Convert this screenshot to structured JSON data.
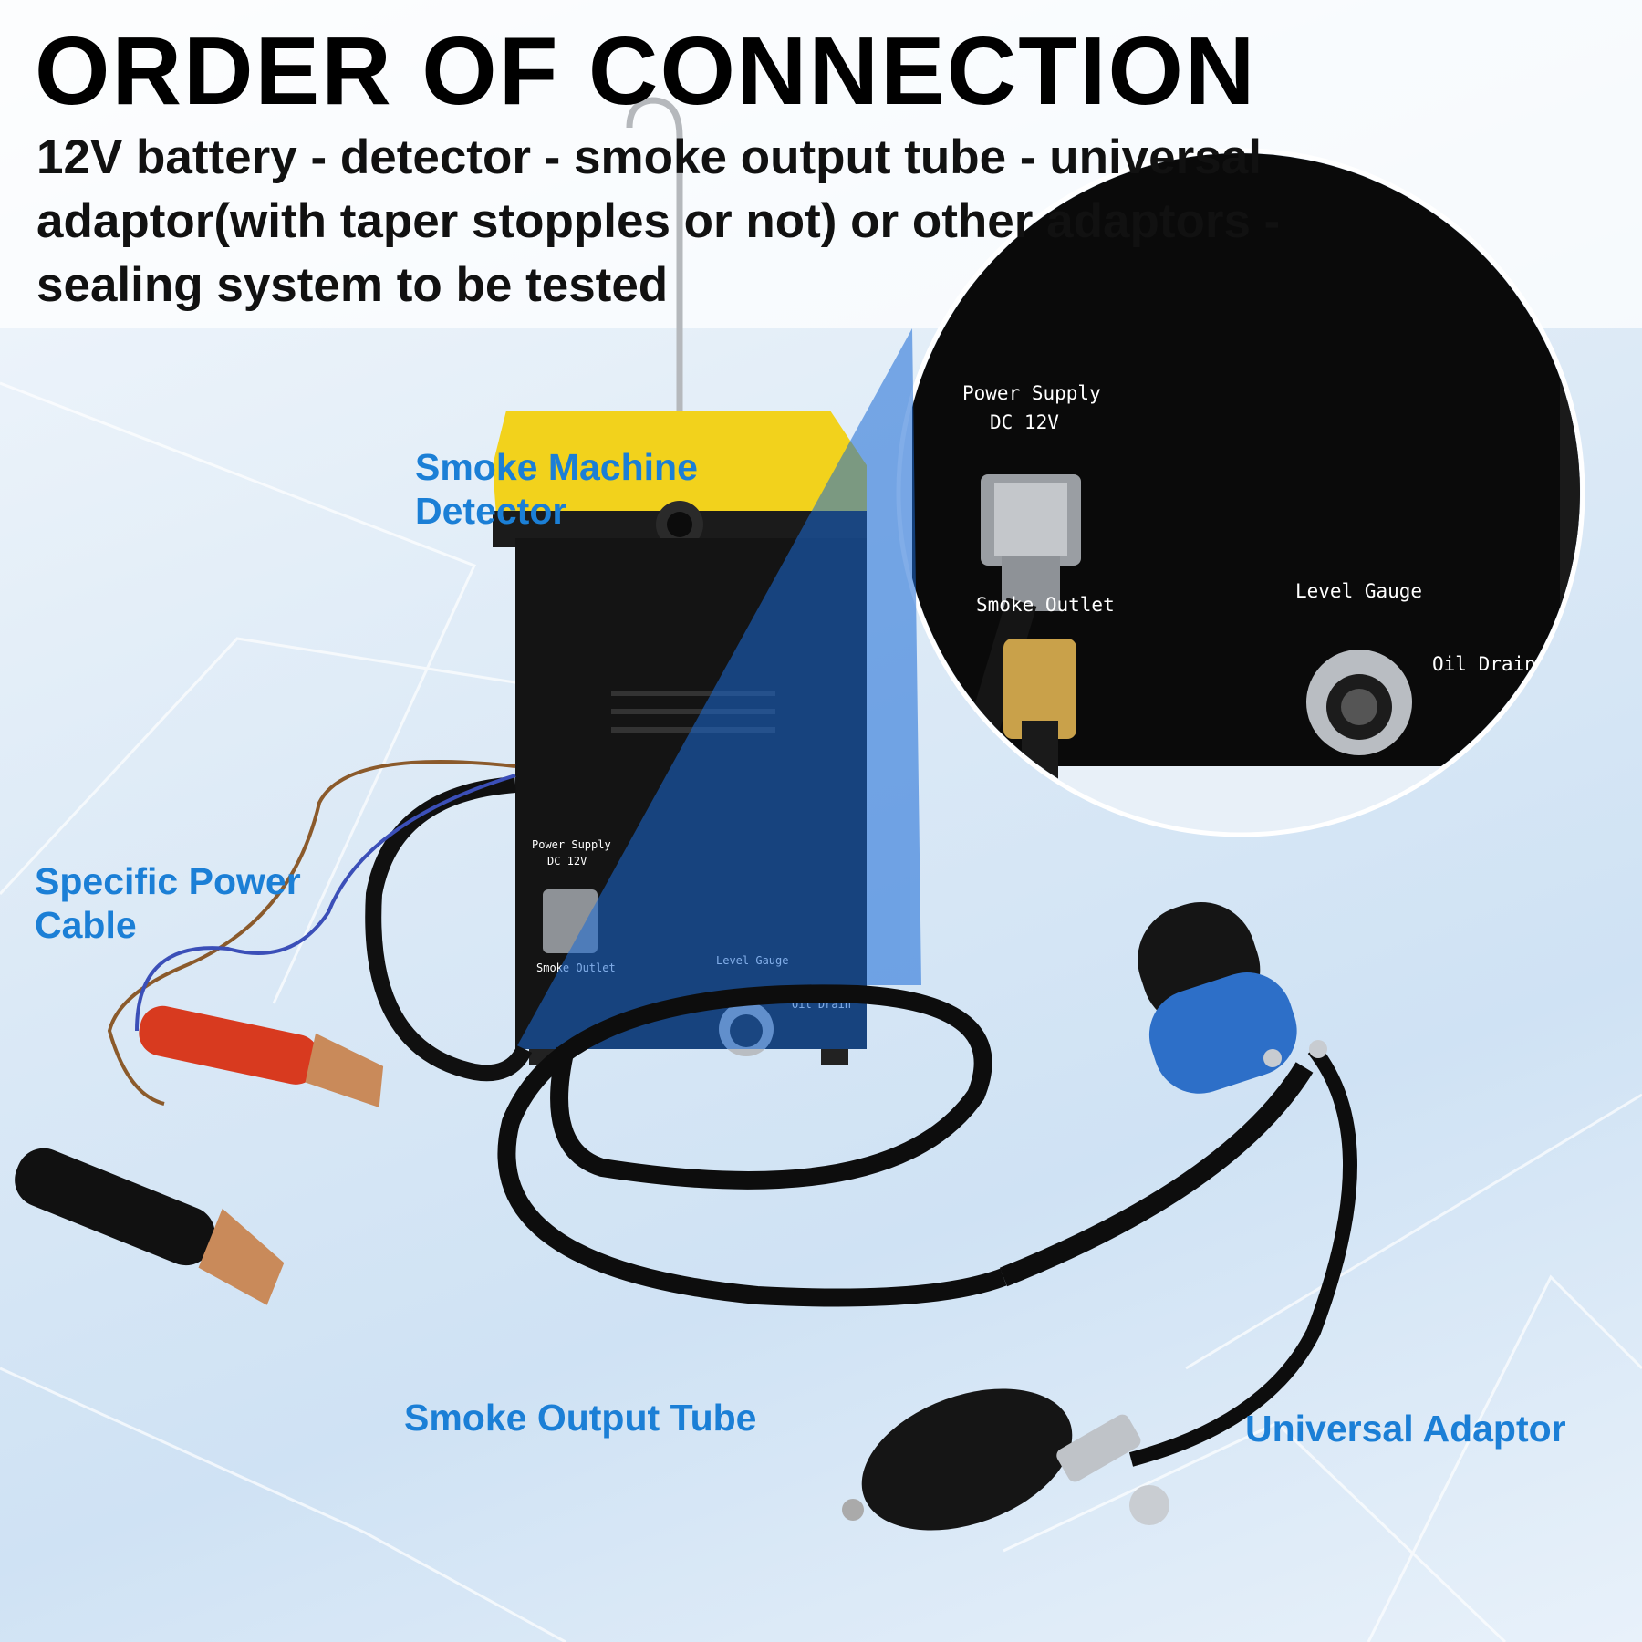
{
  "header": {
    "title": "ORDER OF CONNECTION",
    "subtitle": "12V battery - detector - smoke output tube - universal adaptor(with taper stopples or not)  or other adaptors - sealing system to be tested"
  },
  "callouts": {
    "detector": "Smoke Machine Detector",
    "power_cable": "Specific Power Cable",
    "output_tube": "Smoke Output Tube",
    "adaptor": "Universal Adaptor"
  },
  "panel_labels": {
    "power_supply": "Power Supply",
    "dc": "DC   12V",
    "smoke_outlet": "Smoke Outlet",
    "level_gauge": "Level Gauge",
    "oil_drain": "Oil Drain"
  },
  "colors": {
    "accent": "#1b7fd6",
    "machine_top": "#f2d21c",
    "machine_body": "#111111",
    "clamp_red": "#d83a1f",
    "adaptor_blue": "#2d6fc8"
  }
}
